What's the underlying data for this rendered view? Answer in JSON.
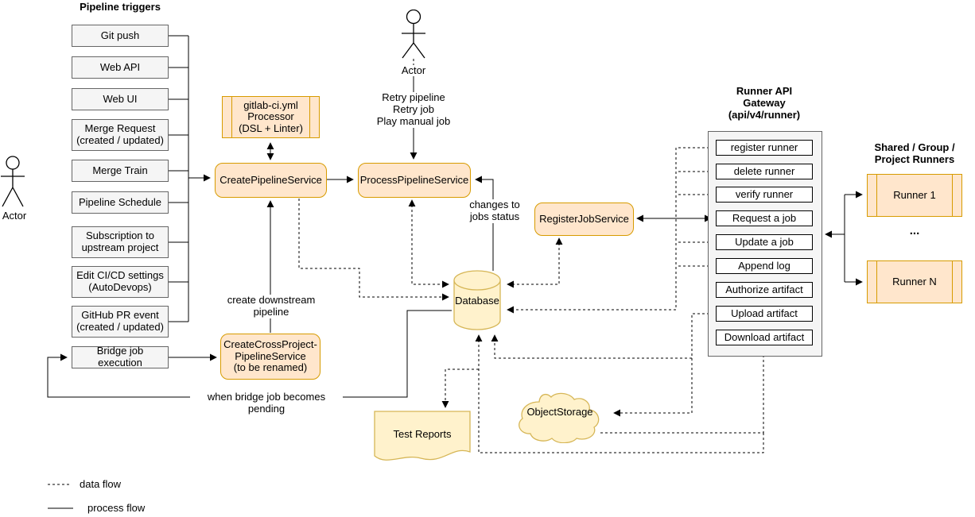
{
  "triggers": {
    "title": "Pipeline triggers",
    "items": [
      "Git push",
      "Web API",
      "Web UI",
      "Merge Request (created / updated)",
      "Merge Train",
      "Pipeline Schedule",
      "Subscription to upstream project",
      "Edit CI/CD settings (AutoDevops)",
      "GitHub PR event (created / updated)",
      "Bridge job execution"
    ]
  },
  "actors": {
    "left_label": "Actor",
    "top_label": "Actor",
    "top_actions": "Retry pipeline\nRetry job\nPlay manual job"
  },
  "services": {
    "processor": "gitlab-ci.yml\nProcessor\n(DSL + Linter)",
    "create_pipeline": "CreatePipelineService",
    "process_pipeline": "ProcessPipelineService",
    "register_job": "RegisterJobService",
    "create_cross_project": "CreateCrossProject-\nPipelineService\n(to be renamed)"
  },
  "datastores": {
    "database": "Database",
    "object_storage": "ObjectStorage",
    "test_reports": "Test Reports"
  },
  "gateway": {
    "title": "Runner API\nGateway\n(api/v4/runner)",
    "endpoints": [
      "register runner",
      "delete runner",
      "verify runner",
      "Request a job",
      "Update a job",
      "Append log",
      "Authorize artifact",
      "Upload artifact",
      "Download artifact"
    ]
  },
  "runners": {
    "title": "Shared / Group / Project Runners",
    "first": "Runner 1",
    "last": "Runner N",
    "ellipsis": "..."
  },
  "edge_labels": {
    "changes_to_jobs_status": "changes to\njobs status",
    "create_downstream": "create downstream\npipeline",
    "bridge_pending": "when bridge job becomes pending"
  },
  "legend": {
    "data_flow": "data flow",
    "process_flow": "process flow"
  },
  "colors": {
    "service_fill": "#ffe6cc",
    "service_stroke": "#d79b00",
    "store_fill": "#fff2cc",
    "store_stroke": "#d6b656",
    "trigger_fill": "#f5f5f5",
    "trigger_stroke": "#666666",
    "line": "#000000"
  }
}
